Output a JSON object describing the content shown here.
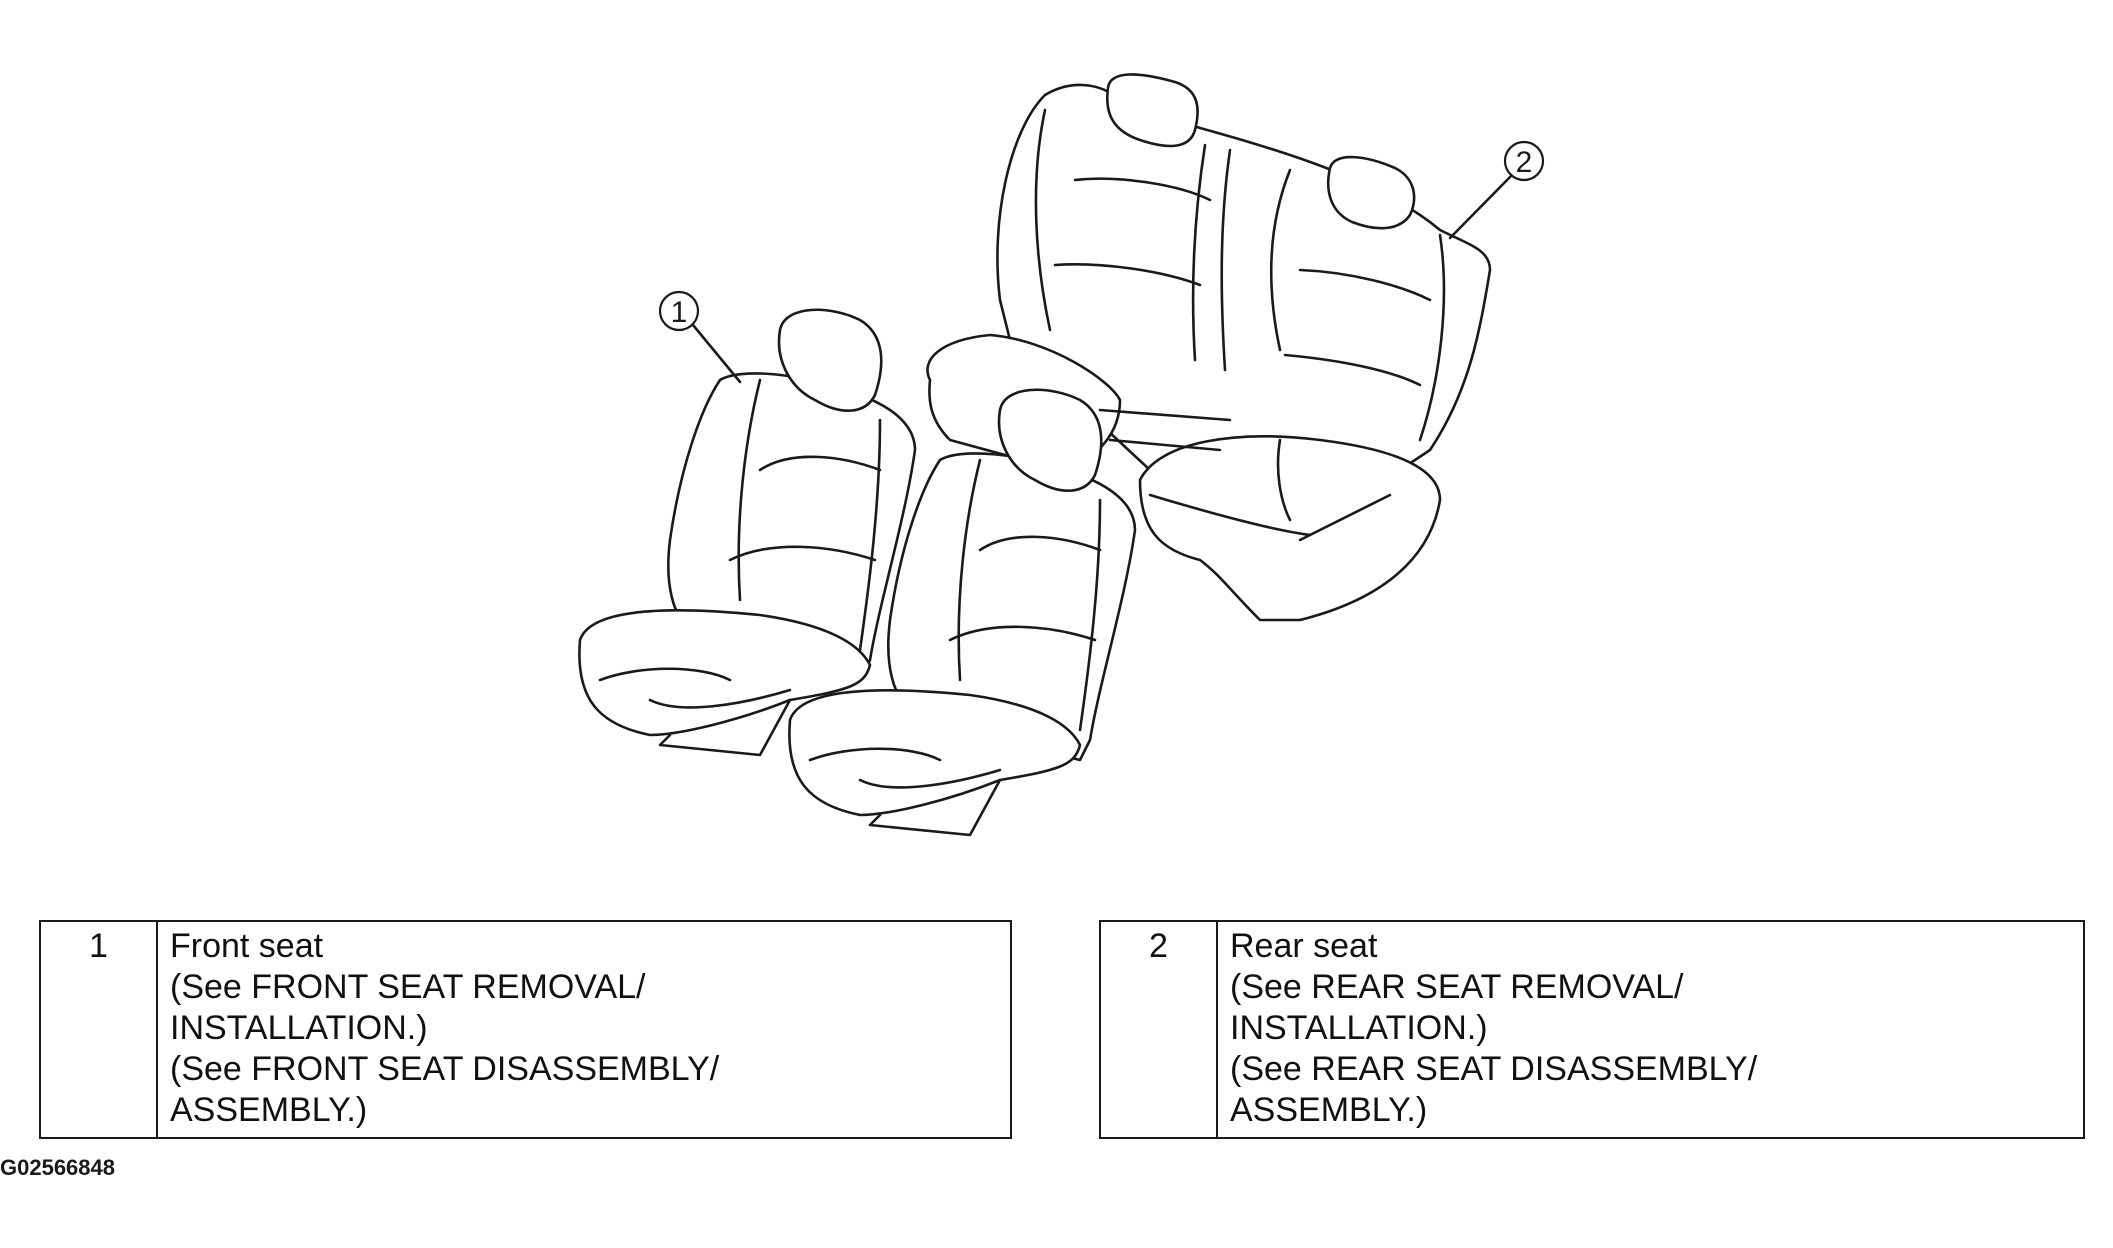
{
  "callouts": [
    {
      "number": "1"
    },
    {
      "number": "2"
    }
  ],
  "legend": [
    {
      "number": "1",
      "lines": [
        "Front seat",
        "(See FRONT SEAT REMOVAL/",
        "INSTALLATION.)",
        "(See FRONT SEAT DISASSEMBLY/",
        "ASSEMBLY.)"
      ]
    },
    {
      "number": "2",
      "lines": [
        "Rear seat",
        "(See REAR SEAT REMOVAL/",
        "INSTALLATION.)",
        "(See REAR SEAT DISASSEMBLY/",
        "ASSEMBLY.)"
      ]
    }
  ],
  "figure_code": "G02566848"
}
